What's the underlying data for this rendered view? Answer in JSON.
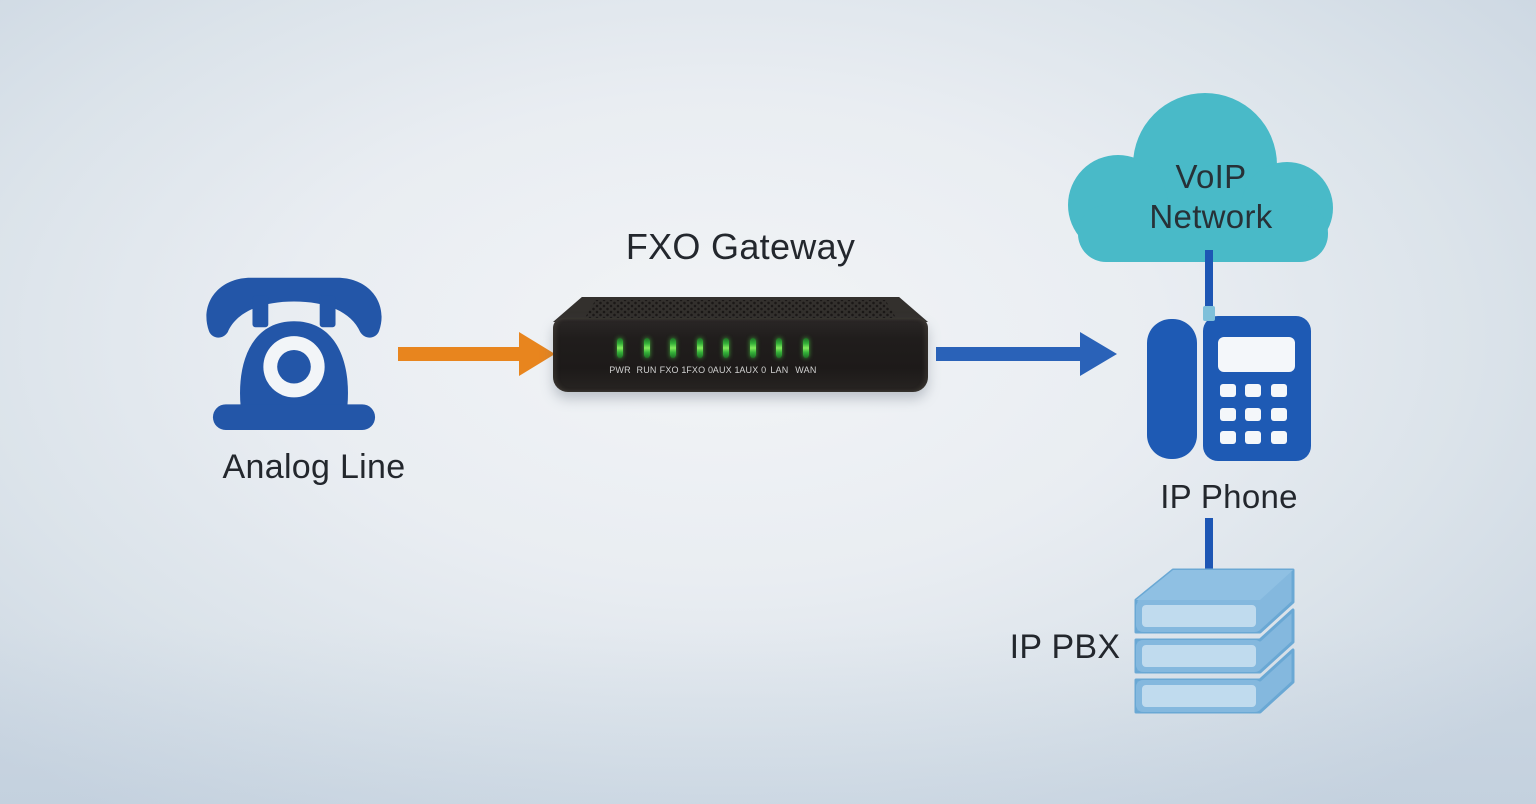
{
  "diagram": {
    "gateway": {
      "title": "FXO Gateway",
      "leds": [
        "PWR",
        "RUN",
        "FXO 1",
        "FXO 0",
        "AUX 1",
        "AUX 0",
        "LAN",
        "WAN"
      ]
    },
    "analog": {
      "label": "Analog Line"
    },
    "cloud": {
      "line1": "VoIP",
      "line2": "Network"
    },
    "ip_phone": {
      "label": "IP Phone"
    },
    "ip_pbx": {
      "label": "IP PBX"
    },
    "colors": {
      "analog_phone_blue": "#2356a8",
      "ip_phone_blue": "#1e5ab4",
      "arrow_orange": "#e8851e",
      "arrow_blue": "#2a62b8",
      "connector_blue": "#1d56b4",
      "connector_light": "#7fc0da",
      "cloud_teal": "#49bac8",
      "pbx_outer": "#84b8de",
      "pbx_top": "#8fc0e3",
      "pbx_inner": "#c0dbee",
      "led_green": "#35b139",
      "device_black": "#201d1c",
      "text_dark": "#23272d"
    }
  }
}
